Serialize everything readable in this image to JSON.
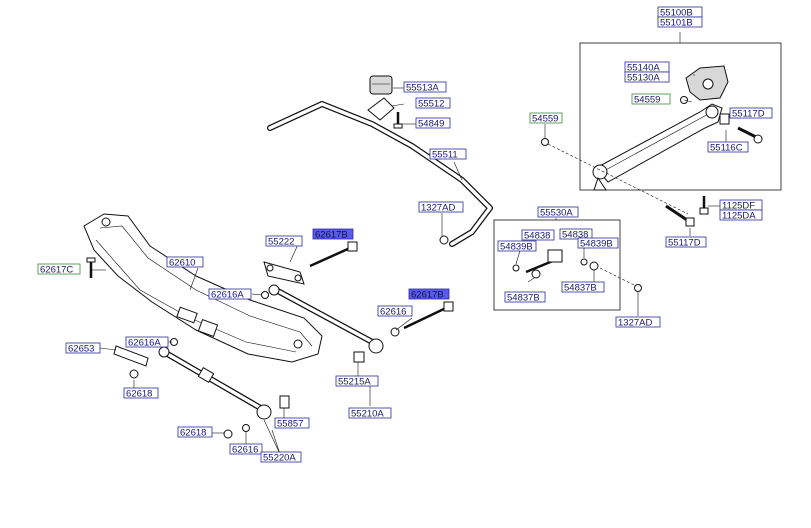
{
  "labels": [
    {
      "id": "55100B",
      "text": "55100B",
      "style": "blue"
    },
    {
      "id": "55101B",
      "text": "55101B",
      "style": "blue"
    },
    {
      "id": "55140A",
      "text": "55140A",
      "style": "blue"
    },
    {
      "id": "55130A",
      "text": "55130A",
      "style": "blue"
    },
    {
      "id": "54559a",
      "text": "54559",
      "style": "green"
    },
    {
      "id": "55117D_top",
      "text": "55117D",
      "style": "blue"
    },
    {
      "id": "55116C",
      "text": "55116C",
      "style": "blue"
    },
    {
      "id": "54559b",
      "text": "54559",
      "style": "green"
    },
    {
      "id": "55513A",
      "text": "55513A",
      "style": "blue"
    },
    {
      "id": "55512",
      "text": "55512",
      "style": "blue"
    },
    {
      "id": "54849",
      "text": "54849",
      "style": "blue"
    },
    {
      "id": "55511",
      "text": "55511",
      "style": "blue"
    },
    {
      "id": "1125DF",
      "text": "1125DF",
      "style": "blue"
    },
    {
      "id": "1125DA",
      "text": "1125DA",
      "style": "blue"
    },
    {
      "id": "55117D_bot",
      "text": "55117D",
      "style": "blue"
    },
    {
      "id": "1327AD_top",
      "text": "1327AD",
      "style": "blue"
    },
    {
      "id": "55530A",
      "text": "55530A",
      "style": "blue"
    },
    {
      "id": "54838a",
      "text": "54838",
      "style": "blue"
    },
    {
      "id": "54838b",
      "text": "54838",
      "style": "blue"
    },
    {
      "id": "54839Ba",
      "text": "54839B",
      "style": "blue"
    },
    {
      "id": "54839Bb",
      "text": "54839B",
      "style": "blue"
    },
    {
      "id": "54837Ba",
      "text": "54837B",
      "style": "blue"
    },
    {
      "id": "54837Bb",
      "text": "54837B",
      "style": "blue"
    },
    {
      "id": "1327AD_bot",
      "text": "1327AD",
      "style": "blue"
    },
    {
      "id": "55222",
      "text": "55222",
      "style": "blue"
    },
    {
      "id": "62617B_a",
      "text": "62617B",
      "style": "highlight"
    },
    {
      "id": "62610",
      "text": "62610",
      "style": "blue"
    },
    {
      "id": "62617C",
      "text": "62617C",
      "style": "green"
    },
    {
      "id": "62616A_a",
      "text": "62616A",
      "style": "blue"
    },
    {
      "id": "62617B_b",
      "text": "62617B",
      "style": "highlight"
    },
    {
      "id": "62616_a",
      "text": "62616",
      "style": "blue"
    },
    {
      "id": "62653",
      "text": "62653",
      "style": "blue"
    },
    {
      "id": "62616A_b",
      "text": "62616A",
      "style": "blue"
    },
    {
      "id": "62618_a",
      "text": "62618",
      "style": "blue"
    },
    {
      "id": "55215A",
      "text": "55215A",
      "style": "blue"
    },
    {
      "id": "55210A",
      "text": "55210A",
      "style": "blue"
    },
    {
      "id": "55857",
      "text": "55857",
      "style": "blue"
    },
    {
      "id": "62618_b",
      "text": "62618",
      "style": "blue"
    },
    {
      "id": "62616_b",
      "text": "62616",
      "style": "blue"
    },
    {
      "id": "55220A",
      "text": "55220A",
      "style": "blue"
    }
  ]
}
